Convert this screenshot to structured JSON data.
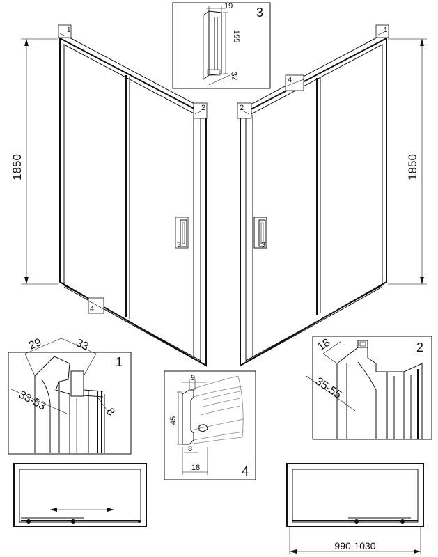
{
  "drawing": {
    "height_left": "1850",
    "height_right": "1850",
    "callouts": {
      "c1_left": "1",
      "c1_right": "1",
      "c2_left": "2",
      "c2_right": "2",
      "c3_handle_left": "3",
      "c3_handle_right": "3",
      "c4_bottom": "4",
      "c4_top_right": "4"
    },
    "detail3": {
      "label": "3",
      "width": "19",
      "height": "155",
      "depth": "32"
    },
    "detail1": {
      "label": "1",
      "dim_a": "29",
      "dim_b": "33",
      "dim_range": "33-53",
      "dim_c": "8"
    },
    "detail2": {
      "label": "2",
      "dim_a": "18",
      "dim_range": "35-55"
    },
    "detail4": {
      "label": "4",
      "dim_top": "9",
      "dim_height": "45",
      "dim_mid": "8",
      "dim_bottom": "18"
    },
    "plan_right": {
      "width_range": "990-1030"
    }
  }
}
